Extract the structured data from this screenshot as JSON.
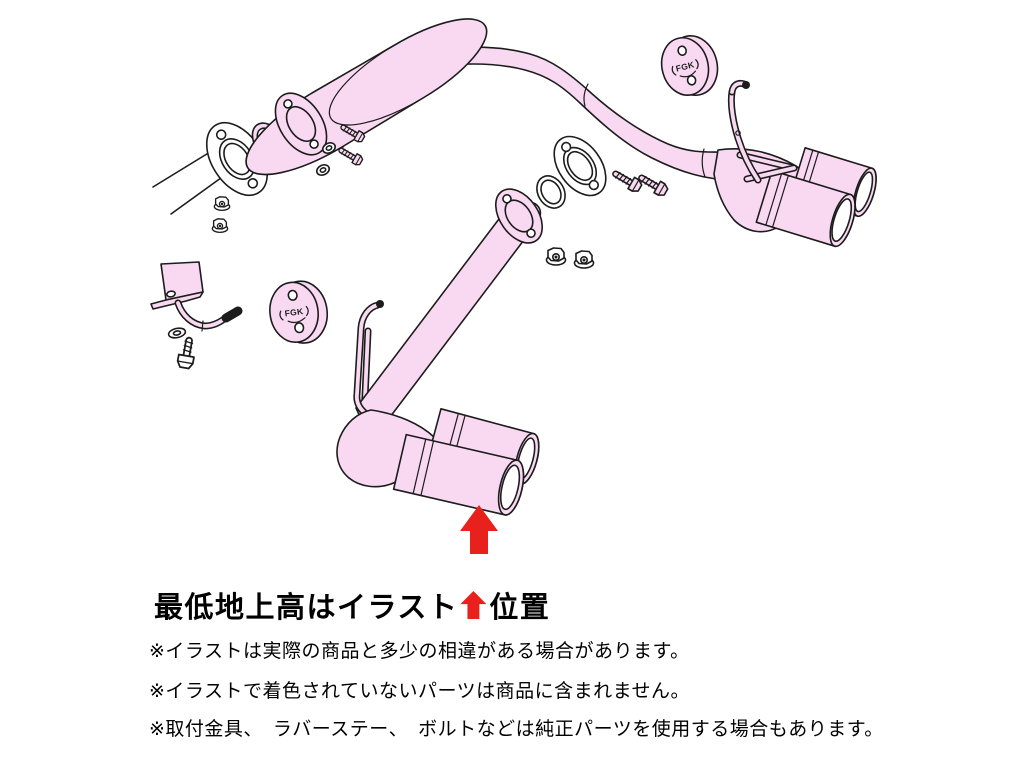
{
  "page": {
    "background": "#ffffff"
  },
  "diagram": {
    "type": "exploded-parts-illustration",
    "subject": "dual-exit sports exhaust system kit",
    "hanger_logo": "FGK",
    "colors": {
      "product_fill": "#f8d9f1",
      "stock_part_fill": "#ffffff",
      "outline": "#1c1c1c",
      "clearance_arrow_red": "#e8211d"
    },
    "parts": [
      "stock-front-pipe",
      "stock-flange",
      "ring-gasket-front",
      "inlet-flange",
      "resonator",
      "main-tail-pipe",
      "right-muffler-dual-tips",
      "mid-stock-flange",
      "ring-gasket-mid",
      "left-tail-pipe-flange",
      "left-tail-pipe",
      "left-muffler-dual-tips",
      "rubber-hanger-fgk-right",
      "rubber-hanger-fgk-left",
      "hanger-rod-right",
      "hanger-rods-left",
      "mounting-bracket",
      "flange-bolts",
      "flange-nuts",
      "washers",
      "bracket-bolt",
      "min-ground-clearance-arrow"
    ]
  },
  "caption": {
    "headline_prefix": "最低地上高はイラスト",
    "headline_suffix": "位置",
    "notes": [
      "※イラストは実際の商品と多少の相違がある場合があります。",
      "※イラストで着色されていないパーツは商品に含まれません。",
      "※取付金具、　ラバーステー、　ボルトなどは純正パーツを使用する場合もあります。"
    ]
  }
}
